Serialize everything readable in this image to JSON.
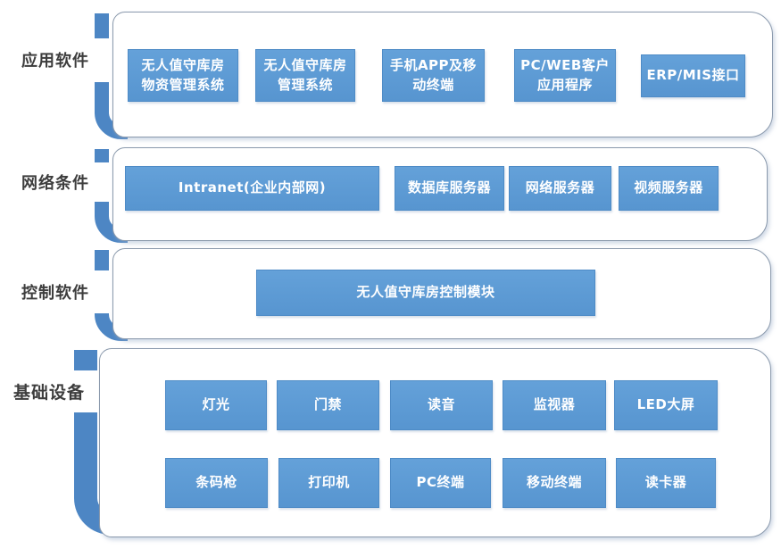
{
  "colors": {
    "box_fill": "#5b9bd5",
    "box_border": "#4e8bc6",
    "bracket_accent": "#4d86c4",
    "container_border": "#8a99ac",
    "label_text": "#3d3d3d",
    "box_text": "#ffffff"
  },
  "layers": [
    {
      "id": "application-software",
      "label": "应用软件",
      "boxes": [
        "无人值守库房\n物资管理系统",
        "无人值守库房\n管理系统",
        "手机APP及移\n动终端",
        "PC/WEB客户\n应用程序",
        "ERP/MIS接口"
      ]
    },
    {
      "id": "network-conditions",
      "label": "网络条件",
      "boxes": [
        "Intranet(企业内部网)",
        "数据库服务器",
        "网络服务器",
        "视频服务器"
      ]
    },
    {
      "id": "control-software",
      "label": "控制软件",
      "boxes": [
        "无人值守库房控制模块"
      ]
    },
    {
      "id": "basic-equipment",
      "label": "基础设备",
      "boxes": [
        "灯光",
        "门禁",
        "读音",
        "监视器",
        "LED大屏",
        "条码枪",
        "打印机",
        "PC终端",
        "移动终端",
        "读卡器"
      ]
    }
  ]
}
